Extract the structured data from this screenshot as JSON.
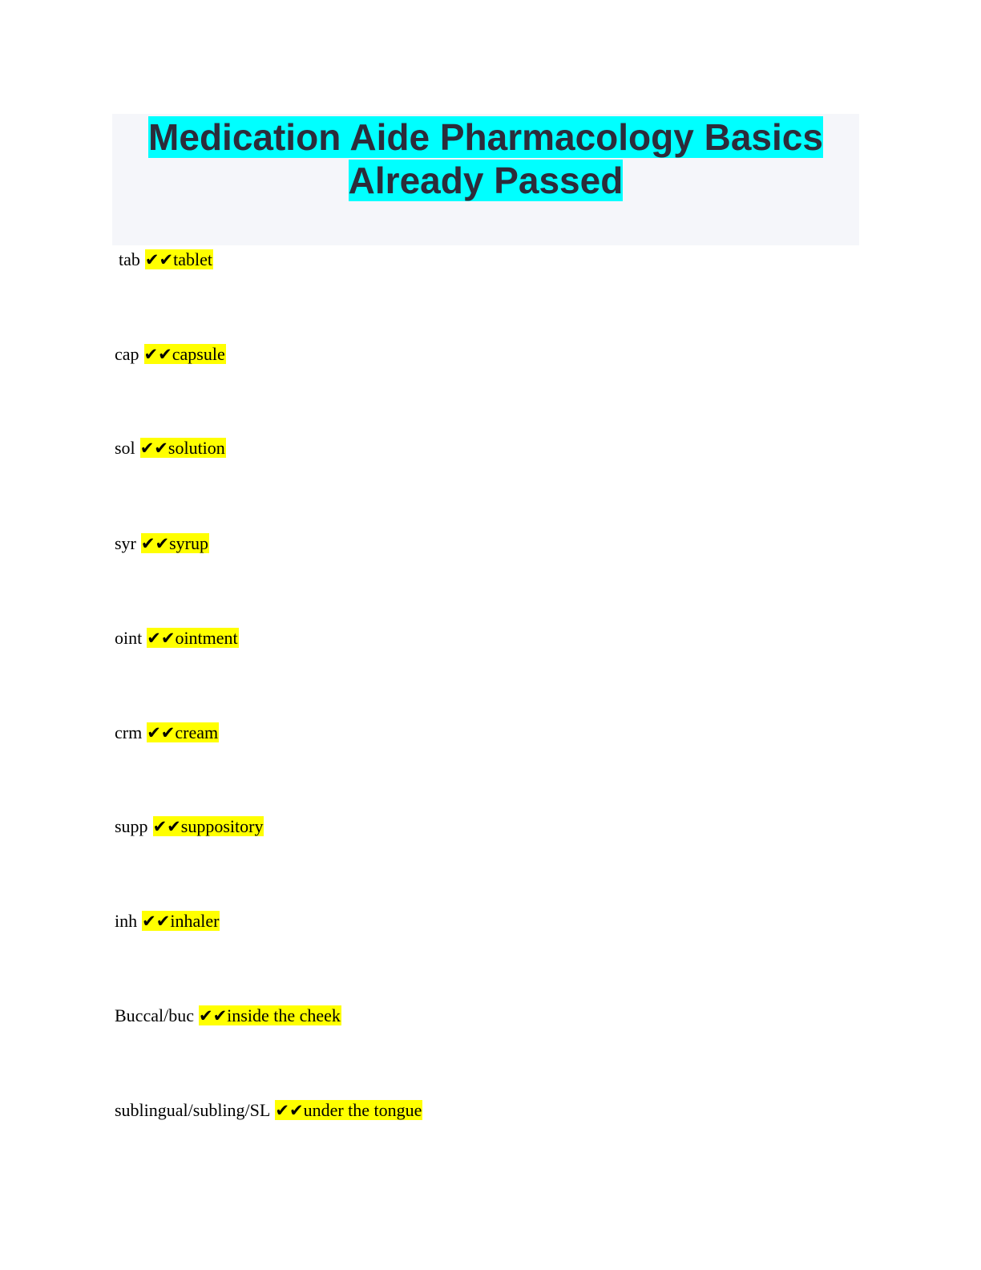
{
  "document": {
    "title": "Medication Aide Pharmacology Basics Already Passed",
    "check_mark": "✔✔",
    "entries": [
      {
        "term": "tab",
        "definition": "tablet"
      },
      {
        "term": "cap",
        "definition": "capsule"
      },
      {
        "term": "sol",
        "definition": "solution"
      },
      {
        "term": "syr",
        "definition": "syrup"
      },
      {
        "term": "oint",
        "definition": "ointment"
      },
      {
        "term": "crm",
        "definition": "cream"
      },
      {
        "term": "supp",
        "definition": "suppository"
      },
      {
        "term": "inh",
        "definition": "inhaler"
      },
      {
        "term": "Buccal/buc",
        "definition": "inside the cheek"
      },
      {
        "term": "sublingual/subling/SL",
        "definition": "under the tongue"
      }
    ]
  },
  "colors": {
    "title_highlight": "#00ffff",
    "answer_highlight": "#ffff00",
    "title_box_bg": "#f5f6fa",
    "title_text": "#2c2c3a"
  }
}
